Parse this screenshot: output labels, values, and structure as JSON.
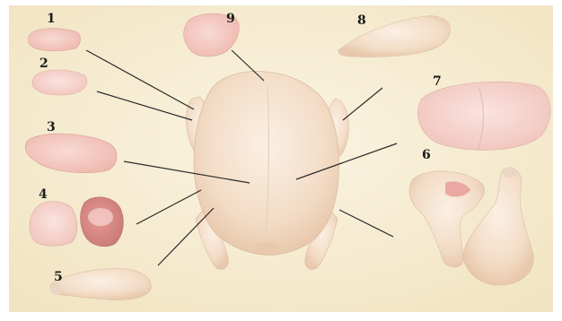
{
  "diagram": {
    "labels": [
      {
        "id": "1",
        "text": "1",
        "part": "breast-fillet-small"
      },
      {
        "id": "2",
        "text": "2",
        "part": "tenderloin"
      },
      {
        "id": "3",
        "text": "3",
        "part": "breast-half"
      },
      {
        "id": "4",
        "text": "4",
        "part": "thigh-pieces"
      },
      {
        "id": "5",
        "text": "5",
        "part": "drumstick"
      },
      {
        "id": "6",
        "text": "6",
        "part": "leg-quarters"
      },
      {
        "id": "7",
        "text": "7",
        "part": "whole-breast-fillet"
      },
      {
        "id": "8",
        "text": "8",
        "part": "wing"
      },
      {
        "id": "9",
        "text": "9",
        "part": "neck-skin"
      }
    ]
  },
  "colors": {
    "background": "#f7eed6",
    "meat": "#f3c7bf",
    "skin": "#f5e4d2",
    "line": "#2a2a2a"
  }
}
